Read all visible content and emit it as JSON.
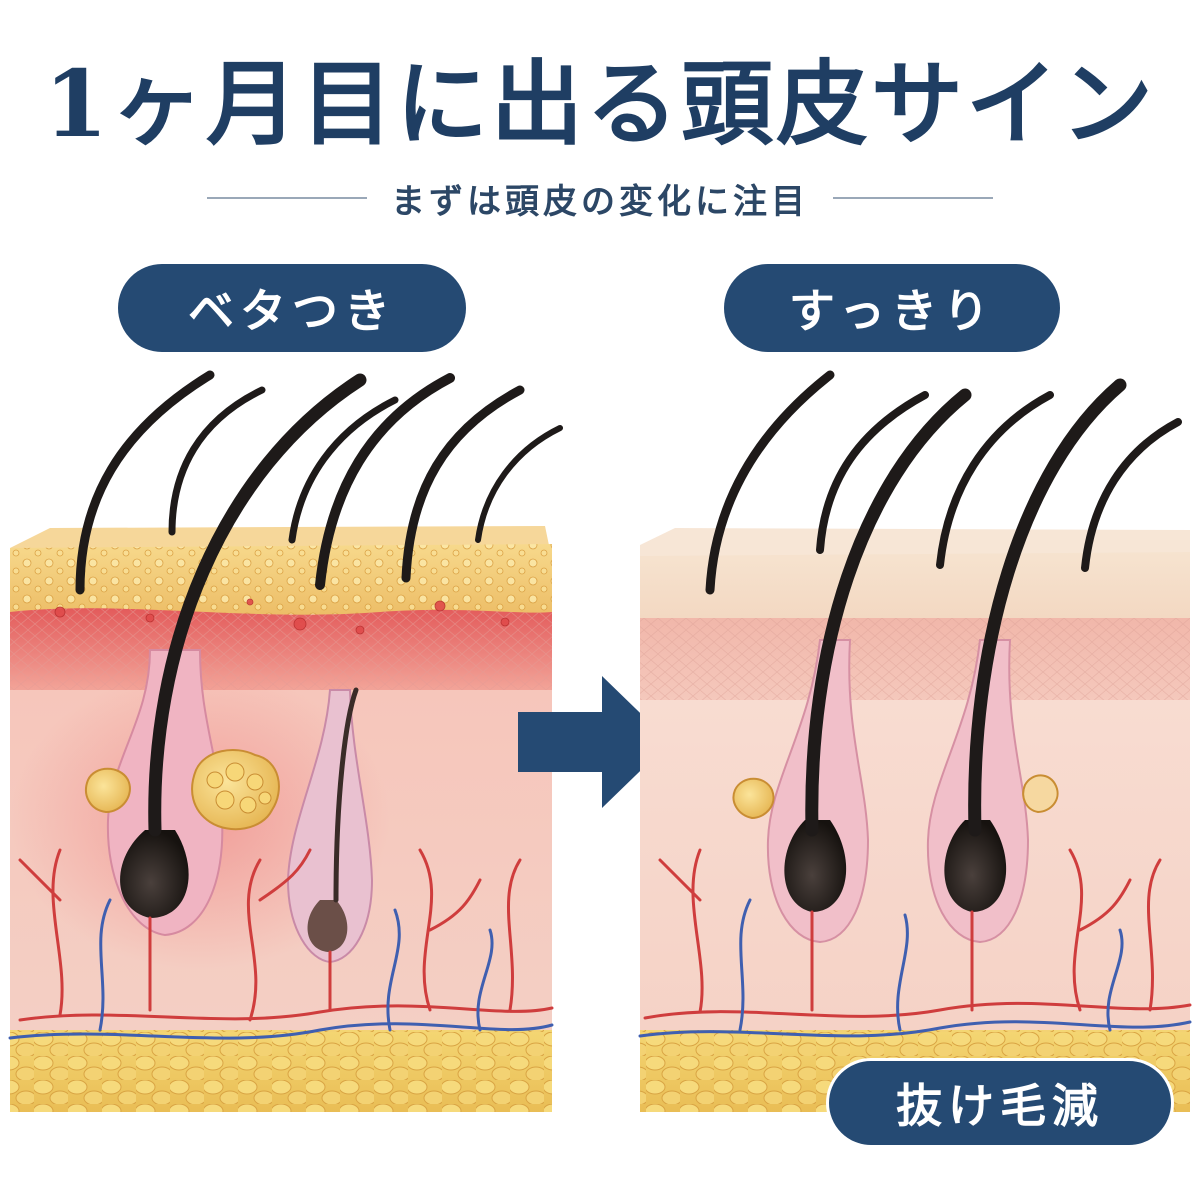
{
  "title": "1ヶ月目に出る頭皮サイン",
  "subtitle": "まずは頭皮の変化に注目",
  "before_label": "ベタつき",
  "after_label": "すっきり",
  "badge_label": "抜け毛減",
  "colors": {
    "navy": "#254a73",
    "title": "#1f3e63",
    "skin": "#f6d9cf",
    "oily": "#f0c66a",
    "fat": "#f2d070",
    "artery": "#cf3d3d",
    "vein": "#3f5fb0",
    "hair": "#1e1a19"
  }
}
